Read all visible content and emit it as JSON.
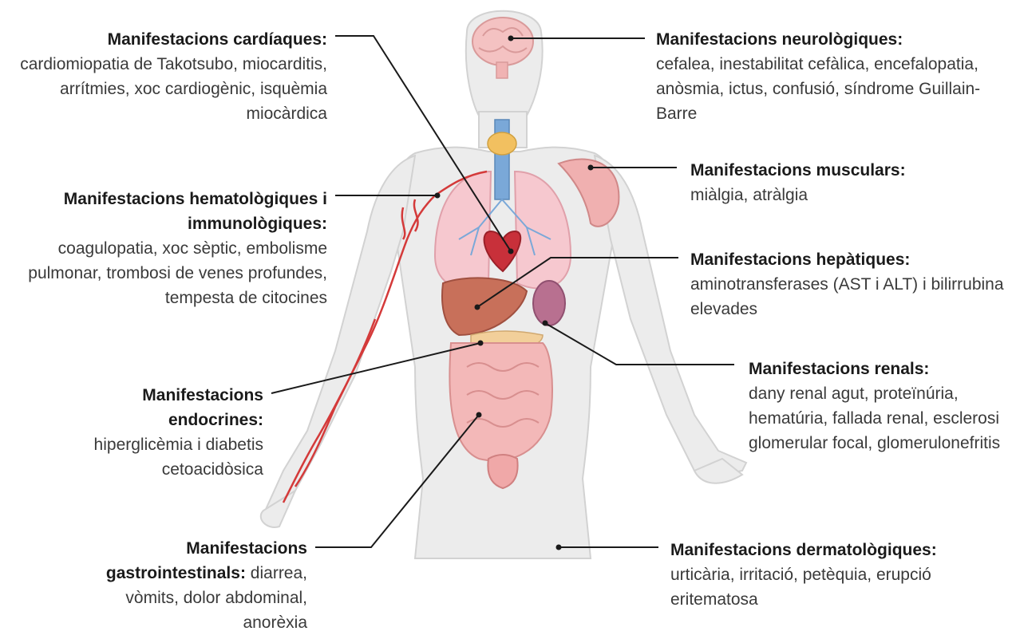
{
  "labels": {
    "cardiac": {
      "title": "Manifestacions cardíaques:",
      "body": "cardiomiopatia de Takotsubo, miocarditis, arrítmies, xoc cardiogènic, isquèmia miocàrdica"
    },
    "neuro": {
      "title": "Manifestacions neurològiques:",
      "body": "cefalea, inestabilitat cefàlica, encefalopatia, anòsmia, ictus, confusió, síndrome Guillain-Barre"
    },
    "muscular": {
      "title": "Manifestacions musculars:",
      "body": "miàlgia, atràlgia"
    },
    "hemato": {
      "title": "Manifestacions hematològiques i immunològiques:",
      "body": "coagulopatia, xoc sèptic, embolisme pulmonar, trombosi de venes profundes, tempesta de citocines"
    },
    "hepatic": {
      "title": "Manifestacions hepàtiques:",
      "body": "aminotransferases (AST i ALT) i bilirrubina elevades"
    },
    "renal": {
      "title": "Manifestacions renals:",
      "body": "dany renal agut, proteïnúria, hematúria, fallada renal, esclerosi glomerular focal, glomerulonefritis"
    },
    "endocrine": {
      "title": "Manifestacions endocrines:",
      "body": "hiperglicèmia i diabetis cetoacidòsica"
    },
    "gastro": {
      "title": "Manifestacions gastrointestinals:",
      "body": "diarrea, vòmits, dolor abdominal, anorèxia"
    },
    "dermato": {
      "title": "Manifestacions dermatològiques:",
      "body": "urticària, irritació, petèquia, erupció eritematosa"
    }
  },
  "colors": {
    "body": "#ececec",
    "body_outline": "#d2d2d2",
    "organ": "#f0b3b3",
    "organ_dark": "#e08888",
    "vessel": "#d43a3a",
    "airway": "#7aa8d8",
    "liver": "#c8705a",
    "leader_line": "#1a1a1a"
  }
}
